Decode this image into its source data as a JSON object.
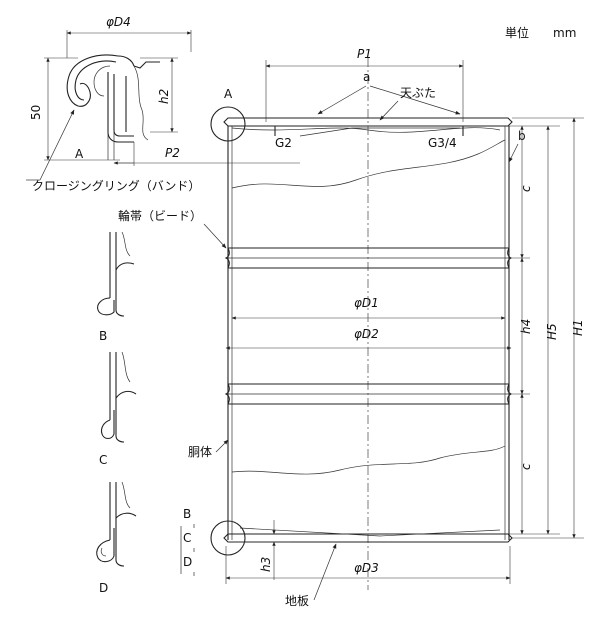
{
  "unit": {
    "label": "単位",
    "value": "mm"
  },
  "detail_a": {
    "dim_d4": "φD4",
    "dim_height": "50",
    "dim_h2": "h2",
    "dim_p2": "P2",
    "section_label": "A",
    "closing_ring_label": "クロージングリング（バンド）"
  },
  "drum": {
    "dim_p1": "P1",
    "callout_a": "a",
    "top_lid_label": "天ぶた",
    "plug_g2": "G2",
    "plug_g34": "G3/4",
    "detail_marker_a": "A",
    "callout_b": "b",
    "bead_label": "輪帯（ビード）",
    "body_label": "胴体",
    "bottom_label": "地板",
    "dim_d1": "φD1",
    "dim_d2": "φD2",
    "dim_d3": "φD3",
    "dim_h1": "H1",
    "dim_h4": "h4",
    "dim_h5": "H5",
    "dim_h3": "h3",
    "dim_c_upper": "c",
    "dim_c_lower": "c",
    "bottom_seam_options": [
      "B",
      "C",
      "D"
    ]
  },
  "seam_details": [
    {
      "id": "B",
      "label": "B"
    },
    {
      "id": "C",
      "label": "C"
    },
    {
      "id": "D",
      "label": "D"
    }
  ]
}
